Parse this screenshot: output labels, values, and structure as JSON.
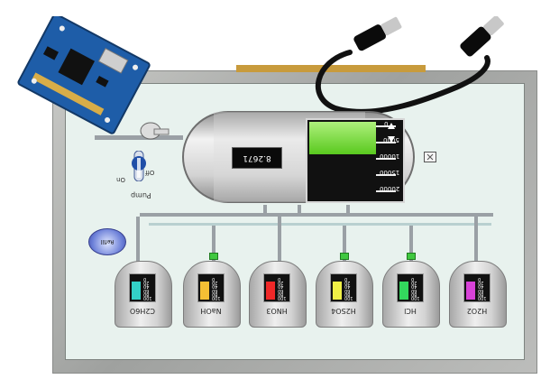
{
  "display": {
    "reading": "8.2671",
    "gauge_ticks": [
      "0",
      "5000",
      "10000",
      "15000",
      "20000"
    ],
    "pump": {
      "off_label": "Off",
      "on_label": "On",
      "title": "Pump"
    },
    "refill_label": "Refill",
    "tanks": [
      {
        "name": "C2H6O",
        "color": "#33d1c7"
      },
      {
        "name": "NaOH",
        "color": "#f4bf34"
      },
      {
        "name": "HNO3",
        "color": "#f02828"
      },
      {
        "name": "H2SO4",
        "color": "#f0f046"
      },
      {
        "name": "HCl",
        "color": "#33d85d"
      },
      {
        "name": "H2O2",
        "color": "#d842d8"
      }
    ],
    "tank_scale": [
      "0",
      "20",
      "40",
      "60",
      "80",
      "100"
    ]
  }
}
